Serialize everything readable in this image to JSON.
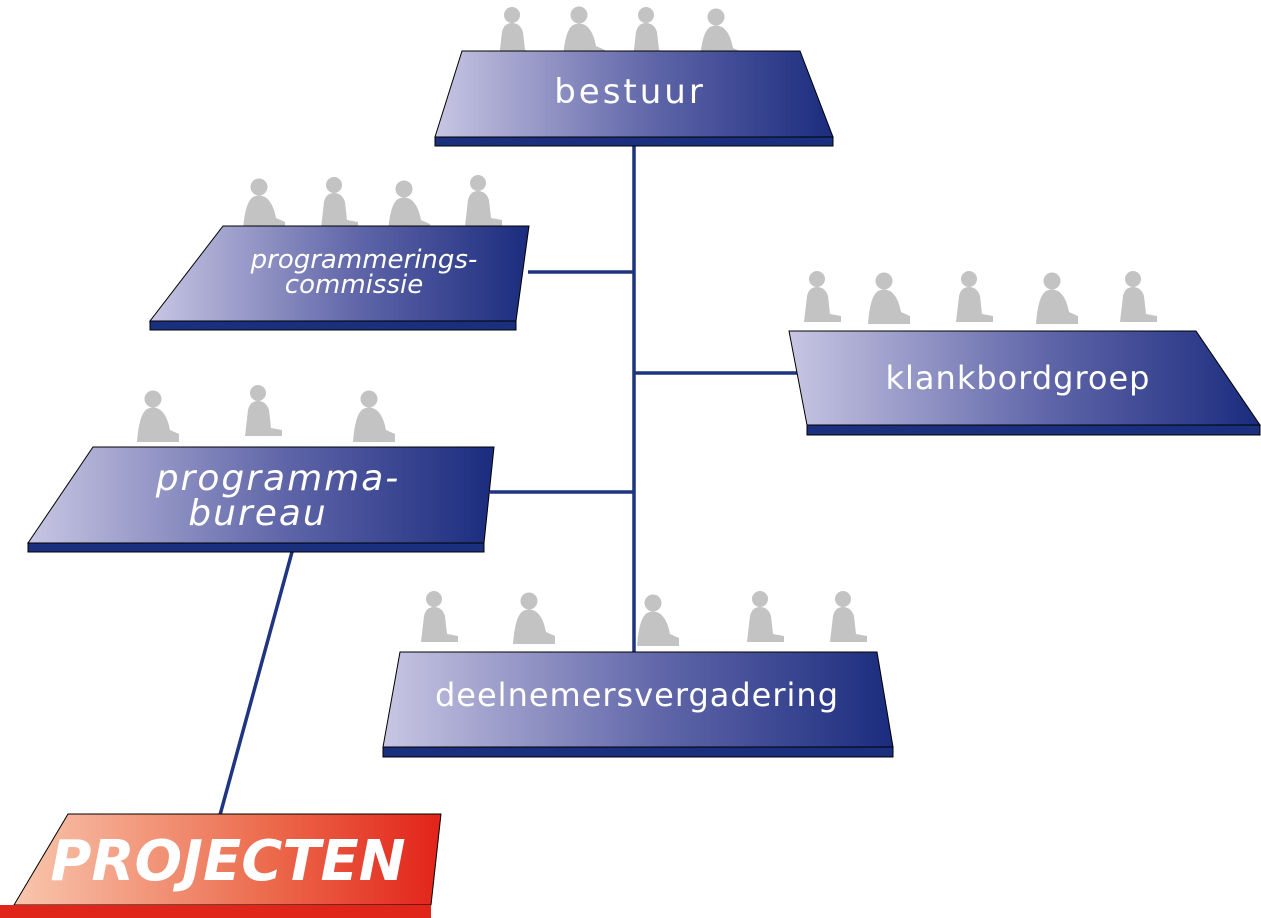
{
  "diagram": {
    "colors": {
      "body_light": "#c8c6e3",
      "body_dark": "#1b2c7e",
      "edge": "#1a2f7e",
      "line": "#1f3581",
      "people": "#c3c3c3",
      "project_light": "#f8c7ae",
      "project_dark": "#e2231a",
      "project_edge": "#e0251b"
    },
    "nodes": {
      "bestuur": {
        "label": "bestuur",
        "people": 4
      },
      "programmeringscommissie": {
        "line1": "programmerings-",
        "line2": "commissie",
        "people": 4
      },
      "klankbordgroep": {
        "label": "klankbordgroep",
        "people": 5
      },
      "programmabureau": {
        "line1": "programma-",
        "line2": "bureau",
        "people": 3
      },
      "deelnemersvergadering": {
        "label": "deelnemersvergadering",
        "people": 5
      },
      "projecten": {
        "label": "PROJECTEN"
      }
    }
  }
}
